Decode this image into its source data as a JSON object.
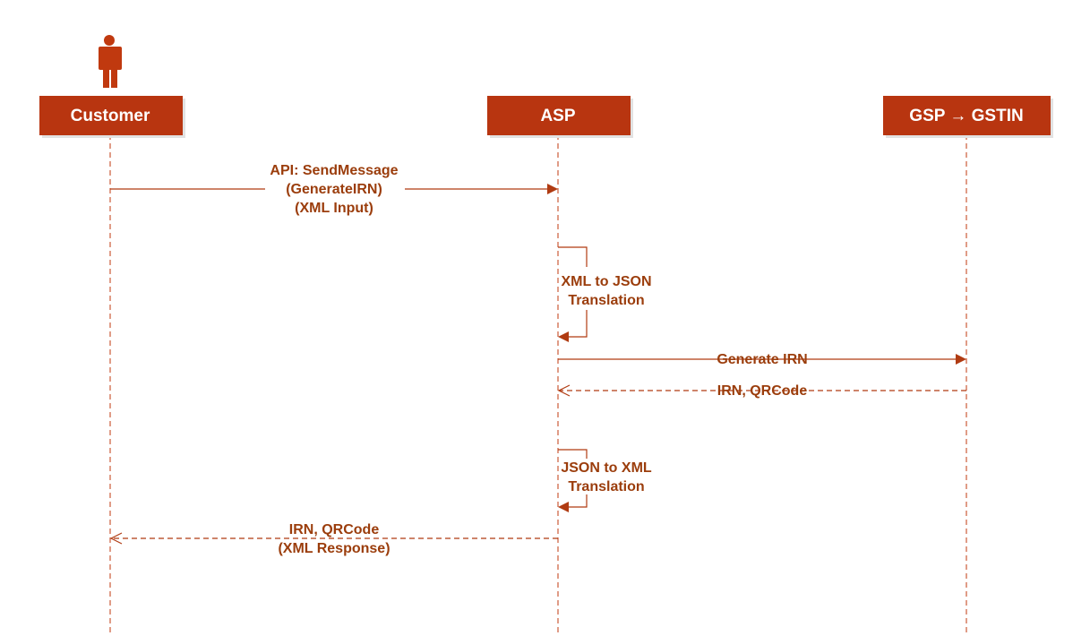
{
  "participants": [
    {
      "id": "customer",
      "label": "Customer",
      "actor": true
    },
    {
      "id": "asp",
      "label": "ASP",
      "actor": false
    },
    {
      "id": "gsp",
      "label": "GSP → GSTIN",
      "actor": false
    }
  ],
  "messages": [
    {
      "id": "send-message",
      "from": "customer",
      "to": "asp",
      "style": "solid",
      "lines": [
        "API: SendMessage",
        "(GenerateIRN)",
        "(XML Input)"
      ]
    },
    {
      "id": "xml-to-json",
      "from": "asp",
      "to": "asp",
      "style": "self",
      "lines": [
        "XML to JSON",
        "Translation"
      ]
    },
    {
      "id": "generate-irn",
      "from": "asp",
      "to": "gsp",
      "style": "solid",
      "lines": [
        "Generate IRN"
      ]
    },
    {
      "id": "irn-qrcode-return",
      "from": "gsp",
      "to": "asp",
      "style": "dashed",
      "lines": [
        "IRN, QRCode"
      ]
    },
    {
      "id": "json-to-xml",
      "from": "asp",
      "to": "asp",
      "style": "self",
      "lines": [
        "JSON to XML",
        "Translation"
      ]
    },
    {
      "id": "xml-response",
      "from": "asp",
      "to": "customer",
      "style": "dashed",
      "lines": [
        "IRN, QRCode",
        "(XML Response)"
      ]
    }
  ],
  "colors": {
    "participant_fill": "#b83510",
    "line": "#b03b12",
    "text": "#9b3d0c"
  }
}
